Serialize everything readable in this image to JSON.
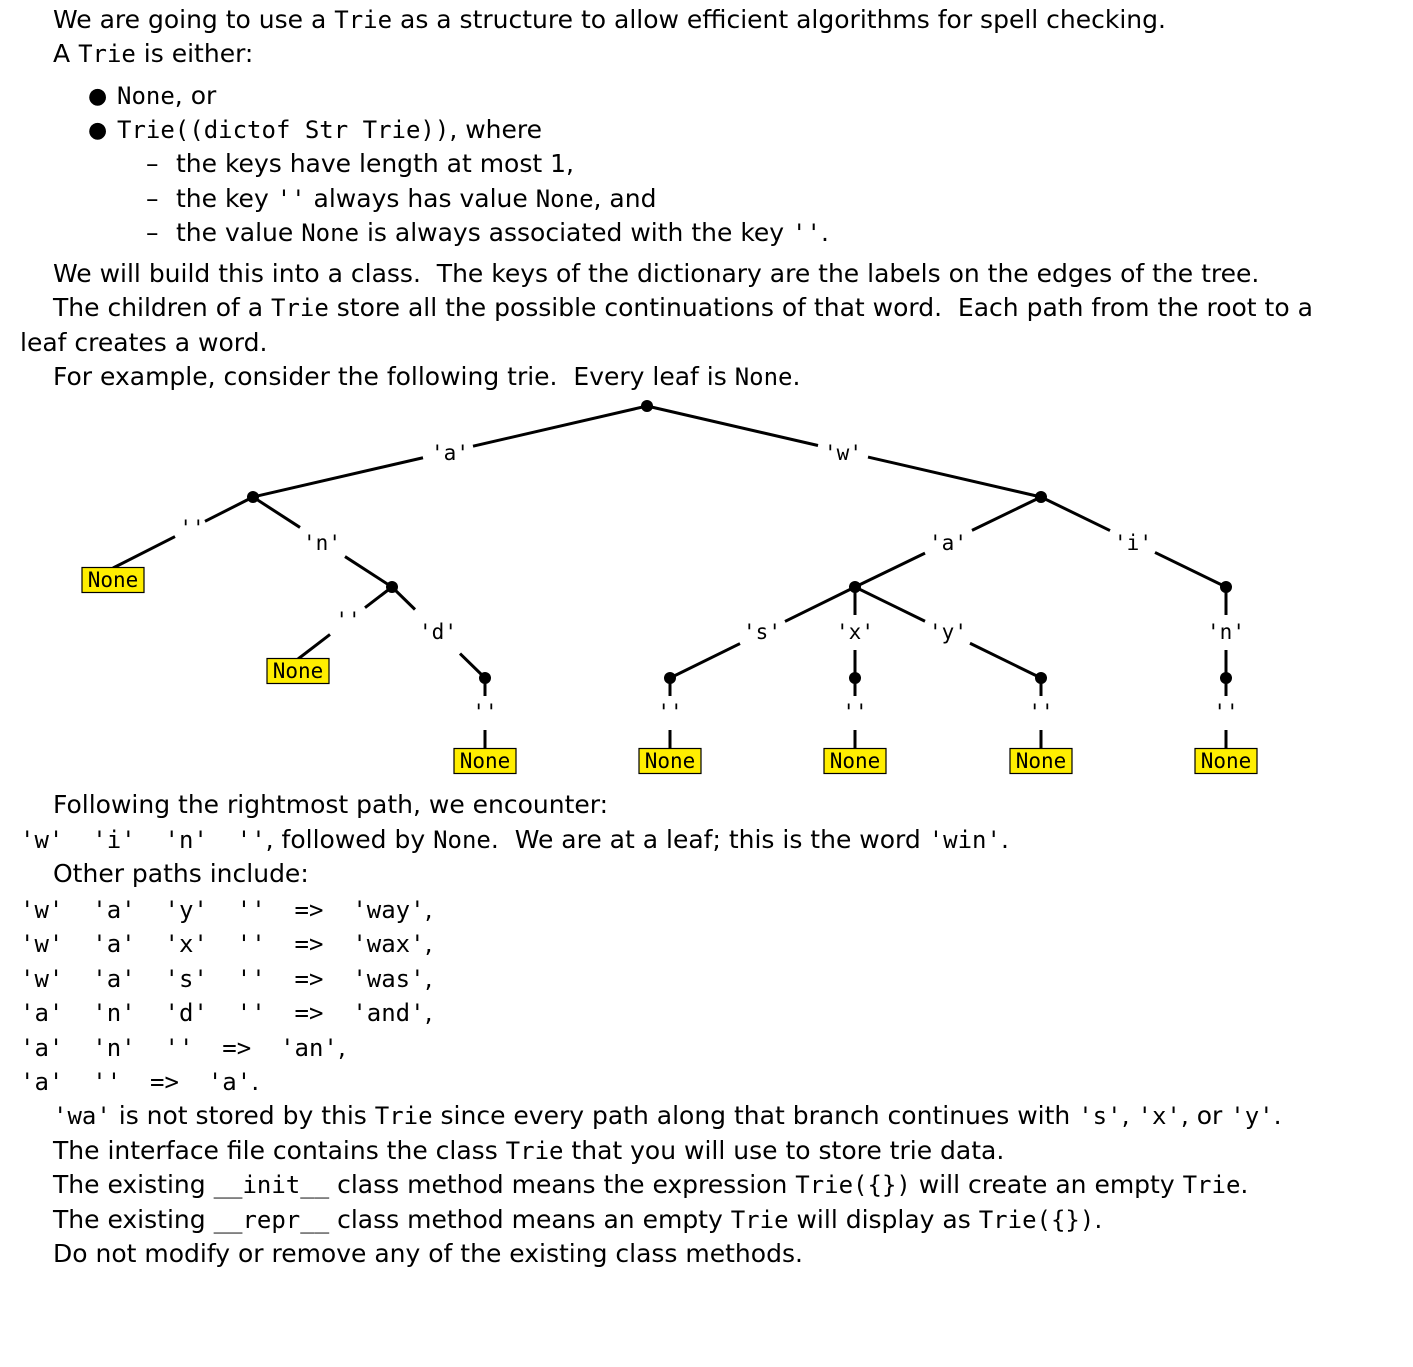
{
  "intro": {
    "p1": [
      "We are going to use a ",
      {
        "code": "Trie"
      },
      " as a structure to allow efficient algorithms for spell checking."
    ],
    "p2": [
      "A ",
      {
        "code": "Trie"
      },
      " is either:"
    ]
  },
  "definition": {
    "items": [
      [
        {
          "code": "None"
        },
        ", or"
      ],
      [
        {
          "code": "Trie((dictof Str Trie))"
        },
        ", where"
      ]
    ],
    "subitems": [
      [
        "the keys have length at most 1,"
      ],
      [
        "the key ",
        {
          "code": "''"
        },
        " always has value ",
        {
          "code": "None"
        },
        ", and"
      ],
      [
        "the value ",
        {
          "code": "None"
        },
        " is always associated with the key ",
        {
          "code": "''"
        },
        "."
      ]
    ]
  },
  "description": {
    "p1": [
      "We will build this into a class.  The keys of the dictionary are the labels on the edges of the tree."
    ],
    "p2a": [
      "The children of a ",
      {
        "code": "Trie"
      },
      " store all the possible continuations of that word.  Each path from the root to a"
    ],
    "p2b": [
      "leaf creates a word."
    ],
    "p3": [
      "For example, consider the following trie.  Every leaf is ",
      {
        "code": "None"
      },
      "."
    ]
  },
  "tree": {
    "edge_labels": [
      "'a'",
      "'w'",
      "''",
      "'n'",
      "'a'",
      "'i'",
      "''",
      "'d'",
      "'s'",
      "'x'",
      "'y'",
      "'n'",
      "''",
      "''",
      "''",
      "''",
      "''"
    ],
    "leaf_text": "None",
    "leaf_color": "#ffee00"
  },
  "paths": {
    "intro": [
      "Following the rightmost path, we encounter:"
    ],
    "rightmost": [
      {
        "code": "'w'  'i'  'n'  ''"
      },
      ", followed by ",
      {
        "code": "None"
      },
      ".  We are at a leaf; this is the word ",
      {
        "code": "'win'"
      },
      "."
    ],
    "other_intro": [
      "Other paths include:"
    ],
    "others": [
      [
        {
          "code": "'w'  'a'  'y'  ''  =>  'way'"
        },
        ","
      ],
      [
        {
          "code": "'w'  'a'  'x'  ''  =>  'wax'"
        },
        ","
      ],
      [
        {
          "code": "'w'  'a'  's'  ''  =>  'was'"
        },
        ","
      ],
      [
        {
          "code": "'a'  'n'  'd'  ''  =>  'and'"
        },
        ","
      ],
      [
        {
          "code": "'a'  'n'  ''  =>  'an'"
        },
        ","
      ],
      [
        {
          "code": "'a'  ''  =>  'a'"
        },
        "."
      ]
    ]
  },
  "closing": {
    "p1": [
      {
        "code": "'wa'"
      },
      " is not stored by this ",
      {
        "code": "Trie"
      },
      " since every path along that branch continues with ",
      {
        "code": "'s'"
      },
      ", ",
      {
        "code": "'x'"
      },
      ", or ",
      {
        "code": "'y'"
      },
      "."
    ],
    "p2": [
      "The interface file contains the class ",
      {
        "code": "Trie"
      },
      " that you will use to store trie data."
    ],
    "p3": [
      "The existing ",
      {
        "code": "__init__"
      },
      " class method means the expression ",
      {
        "code": "Trie({})"
      },
      " will create an empty ",
      {
        "code": "Trie"
      },
      "."
    ],
    "p4": [
      "The existing ",
      {
        "code": "__repr__"
      },
      " class method means an empty ",
      {
        "code": "Trie"
      },
      " will display as ",
      {
        "code": "Trie({})"
      },
      "."
    ],
    "p5": [
      "Do not modify or remove any of the existing class methods."
    ]
  }
}
